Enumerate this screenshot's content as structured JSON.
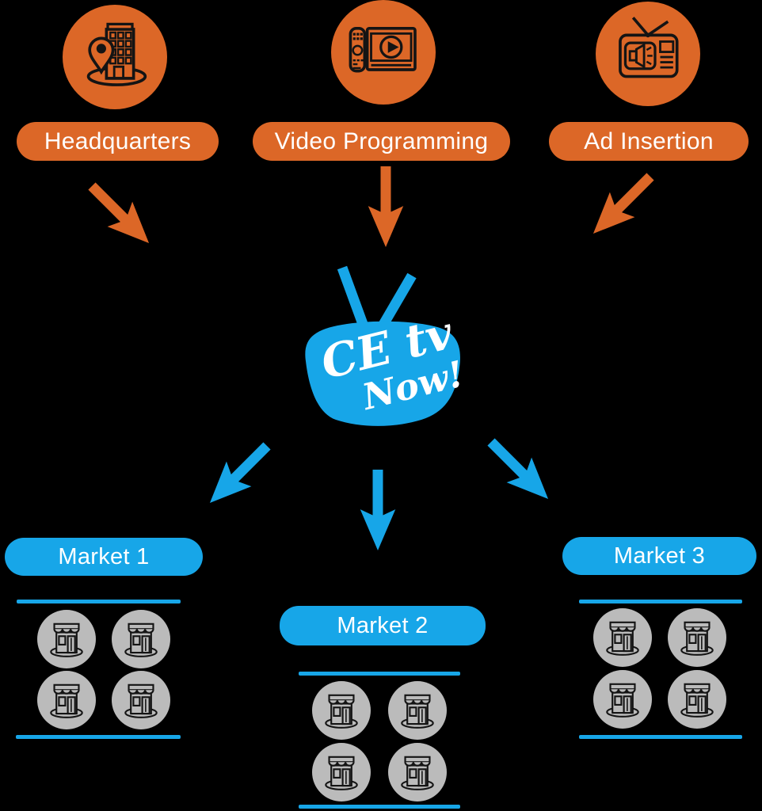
{
  "theme": {
    "bg": "#000000",
    "orange": "#DC6727",
    "blue": "#17A6E8",
    "gray": "#BBBBBB",
    "ink": "#141414",
    "text": "#FFFFFF"
  },
  "sources": [
    {
      "label": "Headquarters",
      "icon": "building-location-pin-icon"
    },
    {
      "label": "Video Programming",
      "icon": "tv-play-remote-icon"
    },
    {
      "label": "Ad Insertion",
      "icon": "tv-megaphone-ad-icon"
    }
  ],
  "hub": {
    "name": "CEtv Now! TV logo",
    "line1": "CE tv",
    "line2": "Now!"
  },
  "markets": [
    {
      "label": "Market 1",
      "store_count": 4
    },
    {
      "label": "Market 2",
      "store_count": 4
    },
    {
      "label": "Market 3",
      "store_count": 4
    }
  ]
}
